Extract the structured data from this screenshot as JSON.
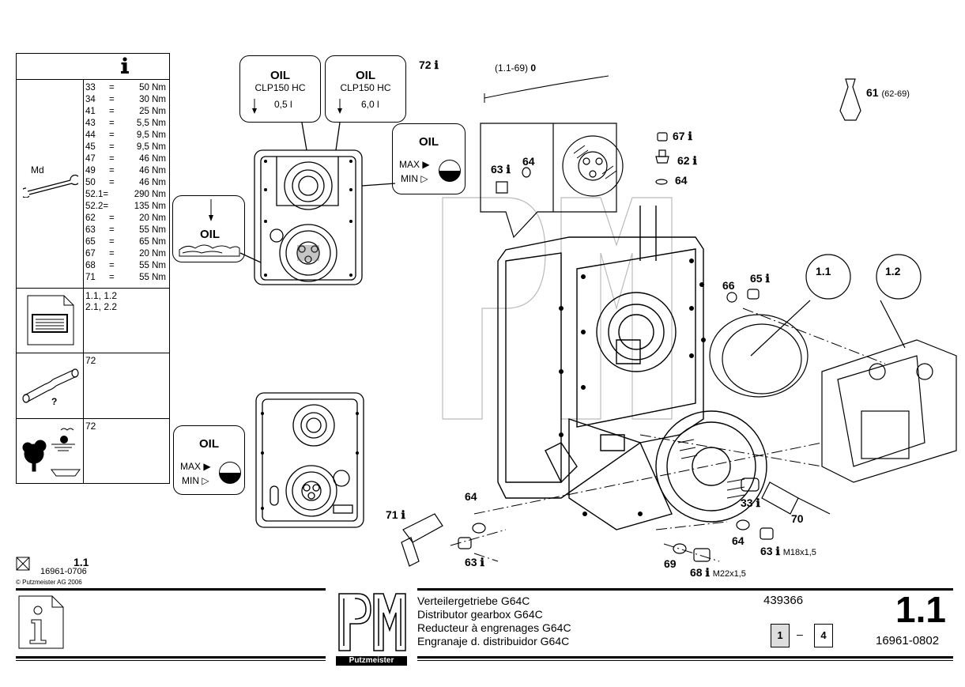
{
  "info_table": {
    "header_icon": "info-icon",
    "md_label": "Md",
    "torques": [
      {
        "key": "33",
        "eq": "=",
        "val": "50 Nm"
      },
      {
        "key": "34",
        "eq": "=",
        "val": "30 Nm"
      },
      {
        "key": "41",
        "eq": "=",
        "val": "25 Nm"
      },
      {
        "key": "43",
        "eq": "=",
        "val": "5,5 Nm"
      },
      {
        "key": "44",
        "eq": "=",
        "val": "9,5 Nm"
      },
      {
        "key": "45",
        "eq": "=",
        "val": "9,5 Nm"
      },
      {
        "key": "47",
        "eq": "=",
        "val": "46 Nm"
      },
      {
        "key": "49",
        "eq": "=",
        "val": "46 Nm"
      },
      {
        "key": "50",
        "eq": "=",
        "val": "46 Nm"
      },
      {
        "key": "52.1=",
        "eq": "",
        "val": "290 Nm"
      },
      {
        "key": "52.2=",
        "eq": "",
        "val": "135 Nm"
      },
      {
        "key": "62",
        "eq": "=",
        "val": "20 Nm"
      },
      {
        "key": "63",
        "eq": "=",
        "val": "55 Nm"
      },
      {
        "key": "65",
        "eq": "=",
        "val": "65 Nm"
      },
      {
        "key": "67",
        "eq": "=",
        "val": "20 Nm"
      },
      {
        "key": "68",
        "eq": "=",
        "val": "55 Nm"
      },
      {
        "key": "71",
        "eq": "=",
        "val": "55 Nm"
      }
    ],
    "doc_refs_1": "1.1, 1.2",
    "doc_refs_2": "2.1, 2.2",
    "spare_ref": "72",
    "env_ref": "72"
  },
  "oil_boxes": {
    "box1_title": "OIL",
    "box1_type": "CLP150 HC",
    "box1_qty": "0,5 l",
    "box2_title": "OIL",
    "box2_type": "CLP150 HC",
    "box2_qty": "6,0 l",
    "level_title": "OIL",
    "max_label": "MAX",
    "min_label": "MIN",
    "drain_title": "OIL",
    "level2_title": "OIL",
    "max2_label": "MAX",
    "min2_label": "MIN"
  },
  "callouts": {
    "c72": "72",
    "range_label": "(1.1-69)",
    "range_num": "0",
    "c61": "61",
    "c61_range": "(62-69)",
    "c67": "67",
    "c62": "62",
    "c64a": "64",
    "c63a": "63",
    "c64b": "64",
    "c66": "66",
    "c65": "65",
    "ref11": "1.1",
    "ref12": "1.2",
    "c64c": "64",
    "c71": "71",
    "c63b": "63",
    "c33": "33",
    "c70": "70",
    "c64d": "64",
    "c63c": "63",
    "c63c_thread": "M18x1,5",
    "c69": "69",
    "c68": "68",
    "c68_thread": "M22x1,5"
  },
  "meta": {
    "sheet_ref": "1.1",
    "sheet_code": "16961-0706",
    "copyright": "© Putzmeister AG 2006"
  },
  "footer": {
    "brand": "Putzmeister",
    "titles": [
      "Verteilergetriebe G64C",
      "Distributor gearbox G64C",
      "Reducteur à engrenages G64C",
      "Engranaje d. distribuidor G64C"
    ],
    "part_no": "439366",
    "page_current": "1",
    "page_sep": "–",
    "page_total": "4",
    "section": "1.1",
    "drawing_no": "16961-0802"
  }
}
